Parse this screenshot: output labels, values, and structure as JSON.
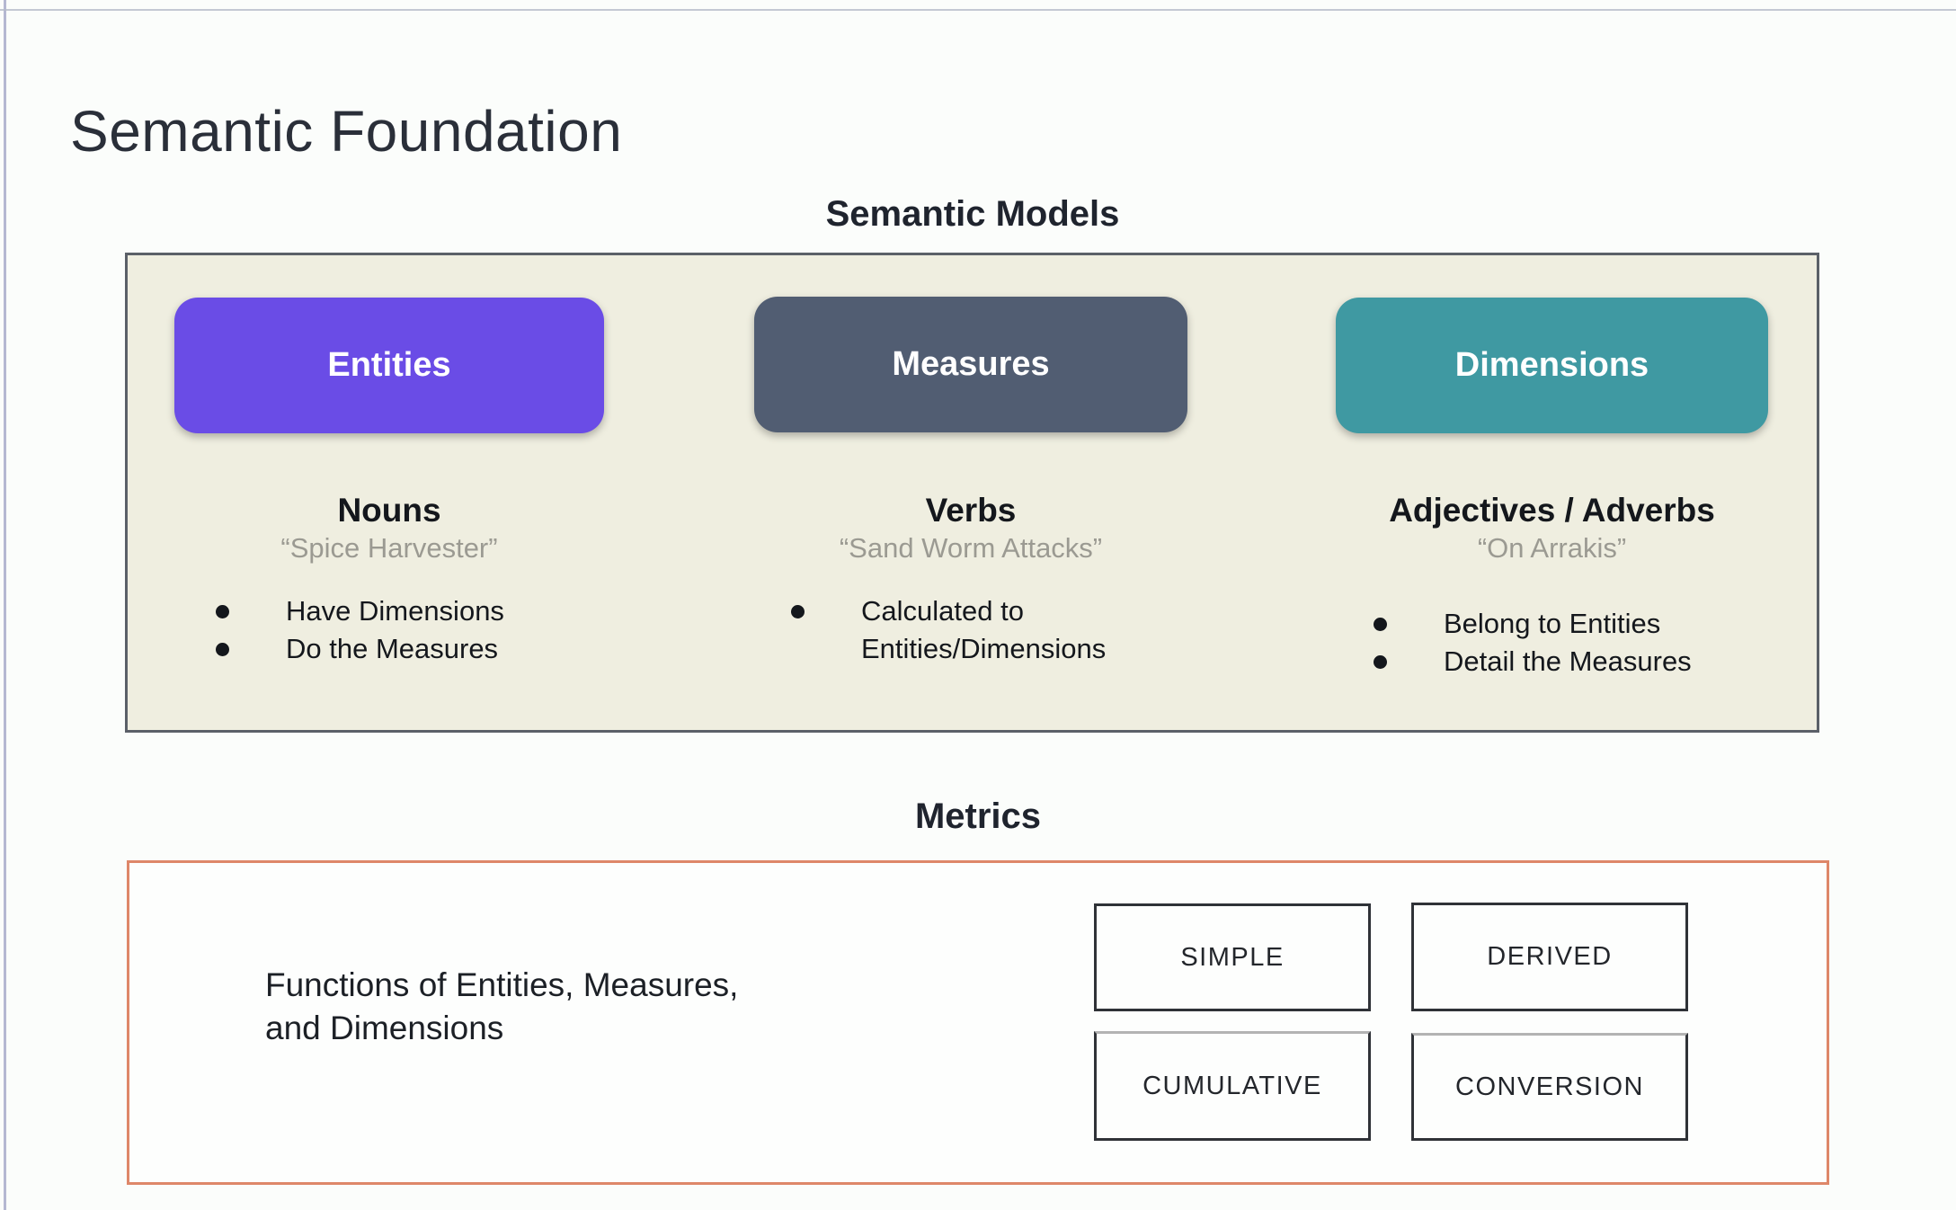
{
  "page": {
    "title": "Semantic Foundation"
  },
  "semantic_models": {
    "heading": "Semantic Models",
    "columns": [
      {
        "pill": "Entities",
        "role": "Nouns",
        "example": "“Spice Harvester”",
        "bullets": [
          "Have Dimensions",
          "Do the Measures"
        ]
      },
      {
        "pill": "Measures",
        "role": "Verbs",
        "example": "“Sand Worm Attacks”",
        "bullets": [
          "Calculated to Entities/Dimensions"
        ]
      },
      {
        "pill": "Dimensions",
        "role": "Adjectives / Adverbs",
        "example": "“On Arrakis”",
        "bullets": [
          "Belong to Entities",
          "Detail the Measures"
        ]
      }
    ]
  },
  "metrics": {
    "heading": "Metrics",
    "description_line1": "Functions of Entities, Measures,",
    "description_line2": "and Dimensions",
    "types": [
      "SIMPLE",
      "DERIVED",
      "CUMULATIVE",
      "CONVERSION"
    ]
  },
  "colors": {
    "entities_pill": "#6a4ce6",
    "measures_pill": "#515d72",
    "dimensions_pill": "#3f99a2",
    "panel_background": "#efeee0",
    "metrics_border": "#de8769"
  }
}
